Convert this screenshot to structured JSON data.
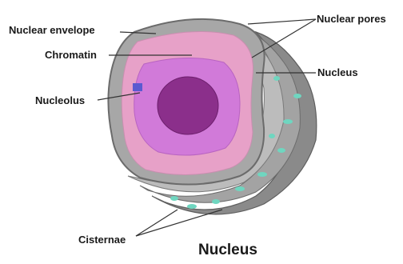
{
  "title": "Nucleus",
  "labels": {
    "nuclear_envelope": "Nuclear envelope",
    "chromatin": "Chromatin",
    "nucleolus": "Nucleolus",
    "nuclear_pores": "Nuclear pores",
    "nucleus": "Nucleus",
    "cisternae": "Cisternae"
  },
  "colors": {
    "envelope": "#9a9a9a",
    "nucleoplasm": "#e7a1c8",
    "inner_chromatin": "#d17ad9",
    "nucleolus": "#8b2f8b",
    "cisternae": "#8e8e8e",
    "pore_accent": "#6fd6c0",
    "leader_line": "#333333"
  }
}
